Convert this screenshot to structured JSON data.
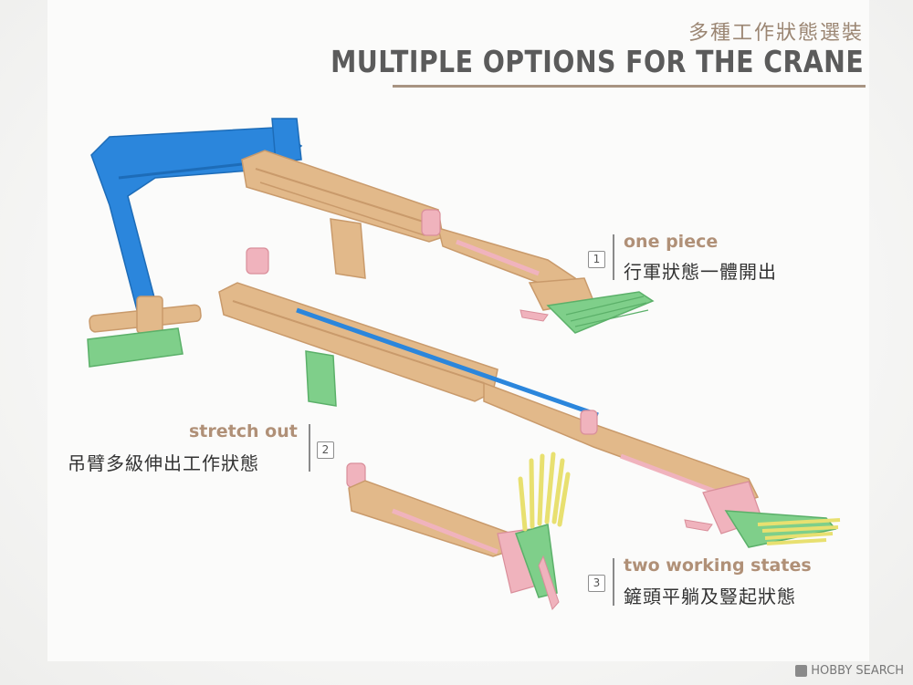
{
  "header": {
    "title_zh": "多種工作狀態選裝",
    "title_en": "MULTIPLE OPTIONS FOR THE CRANE"
  },
  "callouts": [
    {
      "num": "1",
      "label_en": "one piece",
      "label_zh": "行軍狀態一體開出"
    },
    {
      "num": "2",
      "label_en": "stretch out",
      "label_zh": "吊臂多級伸出工作狀態"
    },
    {
      "num": "3",
      "label_en": "two working states",
      "label_zh": "鏟頭平躺及豎起狀態"
    }
  ],
  "colors": {
    "tan": "#e2b98a",
    "tan_dark": "#c99a6b",
    "blue": "#2b86dc",
    "green": "#7fcf8a",
    "pink": "#f0b3bd",
    "yellow": "#e8e070"
  },
  "watermark": {
    "text": "HOBBY SEARCH"
  }
}
